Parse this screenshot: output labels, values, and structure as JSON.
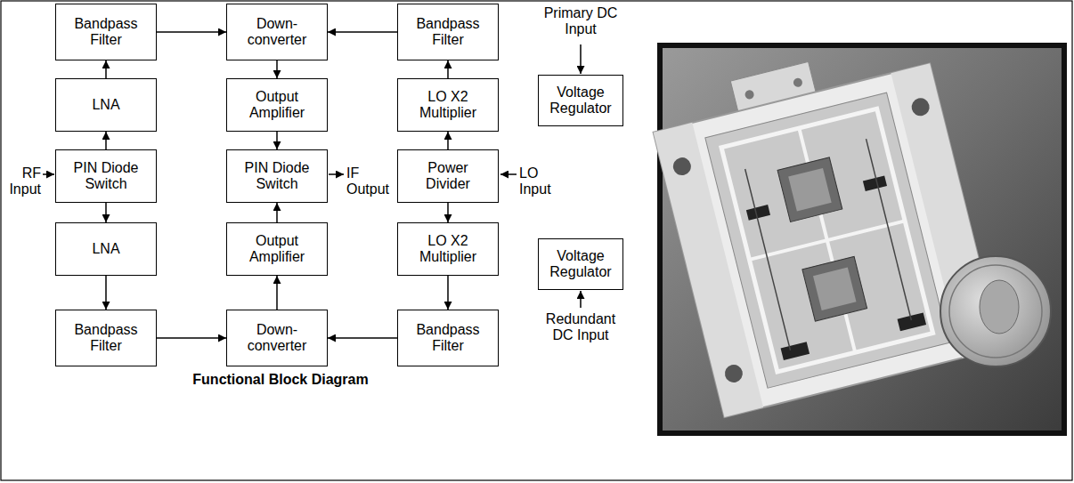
{
  "diagram": {
    "nodes": [
      {
        "text": [
          "Bandpass Filter"
        ]
      },
      {
        "text": [
          "Down-converter"
        ]
      },
      {
        "text": [
          "Bandpass Filter"
        ]
      },
      {
        "text": [
          "LNA"
        ]
      },
      {
        "text": [
          "Output Amplifier"
        ]
      },
      {
        "text": [
          "LO X2 Multiplier"
        ]
      },
      {
        "text": [
          "Voltage Regulator"
        ]
      },
      {
        "text": [
          "PIN Diode Switch"
        ]
      },
      {
        "text": [
          "PIN Diode Switch"
        ]
      },
      {
        "text": [
          "Power Divider"
        ]
      },
      {
        "text": [
          "LNA"
        ]
      },
      {
        "text": [
          "Output Amplifier"
        ]
      },
      {
        "text": [
          "LO X2 Multiplier"
        ]
      },
      {
        "text": [
          "Voltage Regulator"
        ]
      },
      {
        "text": [
          "Bandpass Filter"
        ]
      },
      {
        "text": [
          "Down-converter"
        ]
      },
      {
        "text": [
          "Bandpass Filter"
        ]
      }
    ],
    "edges": [
      {
        "from": 7,
        "to": 3,
        "arrow": "to"
      },
      {
        "from": 3,
        "to": 0,
        "arrow": "to"
      },
      {
        "from": 0,
        "to": 1,
        "arrow": "to"
      },
      {
        "from": 2,
        "to": 1,
        "arrow": "to"
      },
      {
        "from": 5,
        "to": 2,
        "arrow": "to"
      },
      {
        "from": 9,
        "to": 5,
        "arrow": "to"
      },
      {
        "from": 1,
        "to": 4,
        "arrow": "to"
      },
      {
        "from": 4,
        "to": 8,
        "arrow": "to"
      },
      {
        "from": 7,
        "to": 10,
        "arrow": "to"
      },
      {
        "from": 10,
        "to": 14,
        "arrow": "to"
      },
      {
        "from": 14,
        "to": 15,
        "arrow": "to"
      },
      {
        "from": 16,
        "to": 15,
        "arrow": "to"
      },
      {
        "from": 12,
        "to": 16,
        "arrow": "to"
      },
      {
        "from": 9,
        "to": 12,
        "arrow": "to"
      },
      {
        "from": 15,
        "to": 11,
        "arrow": "to"
      },
      {
        "from": 11,
        "to": 8,
        "arrow": "to"
      }
    ],
    "labels": [
      "Primary DC Input",
      "RF Input",
      "IF Output",
      "LO Input",
      "Redundant DC Input",
      "Functional Block Diagram"
    ]
  }
}
